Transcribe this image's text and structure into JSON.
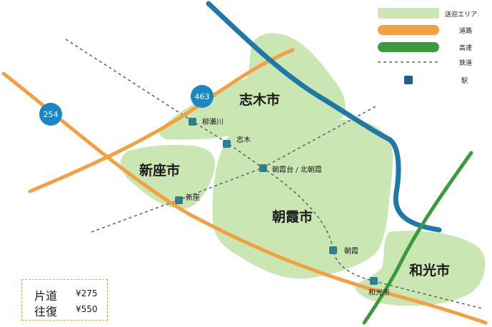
{
  "cities": [
    {
      "name": "志木市"
    },
    {
      "name": "新座市"
    },
    {
      "name": "朝霞市"
    },
    {
      "name": "和光市"
    }
  ],
  "stations": [
    {
      "name": "柳瀬川"
    },
    {
      "name": "志木"
    },
    {
      "name": "朝霞台 / 北朝霞"
    },
    {
      "name": "新座"
    },
    {
      "name": "朝霞"
    },
    {
      "name": "和光市"
    }
  ],
  "routes": {
    "r254": "254",
    "r463": "463"
  },
  "legend": {
    "area": "送迎エリア",
    "road": "道路",
    "highway": "高速",
    "railway": "鉄道",
    "station": "駅"
  },
  "fare": {
    "one_way_label": "片道",
    "one_way_value": "¥275",
    "round_trip_label": "往復",
    "round_trip_value": "¥550"
  },
  "colors": {
    "area": "#c9e6b3",
    "road": "#f2a040",
    "highway": "#3a9a3e",
    "river": "#1f79a6",
    "railway": "#666666",
    "station": "#2f7f8f",
    "route_badge": "#1a86c4"
  }
}
